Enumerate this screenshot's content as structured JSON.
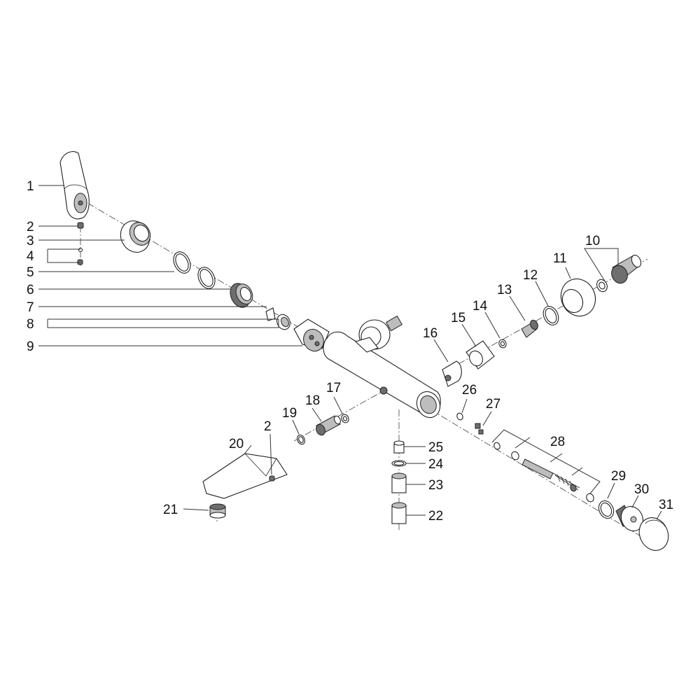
{
  "callouts": [
    "1",
    "2",
    "3",
    "4",
    "5",
    "6",
    "7",
    "8",
    "9",
    "10",
    "11",
    "12",
    "13",
    "14",
    "15",
    "16",
    "17",
    "18",
    "19",
    "20",
    "2",
    "21",
    "22",
    "23",
    "24",
    "25",
    "26",
    "27",
    "28",
    "29",
    "30",
    "31"
  ]
}
